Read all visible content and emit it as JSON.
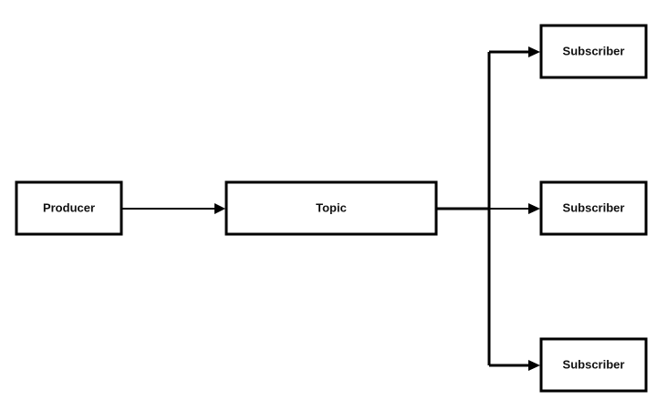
{
  "nodes": {
    "producer": {
      "label": "Producer"
    },
    "topic": {
      "label": "Topic"
    },
    "subscribers": [
      {
        "label": "Subscriber"
      },
      {
        "label": "Subscriber"
      },
      {
        "label": "Subscriber"
      }
    ]
  },
  "colors": {
    "stroke": "#000000",
    "fill": "#ffffff",
    "text": "#111111"
  }
}
